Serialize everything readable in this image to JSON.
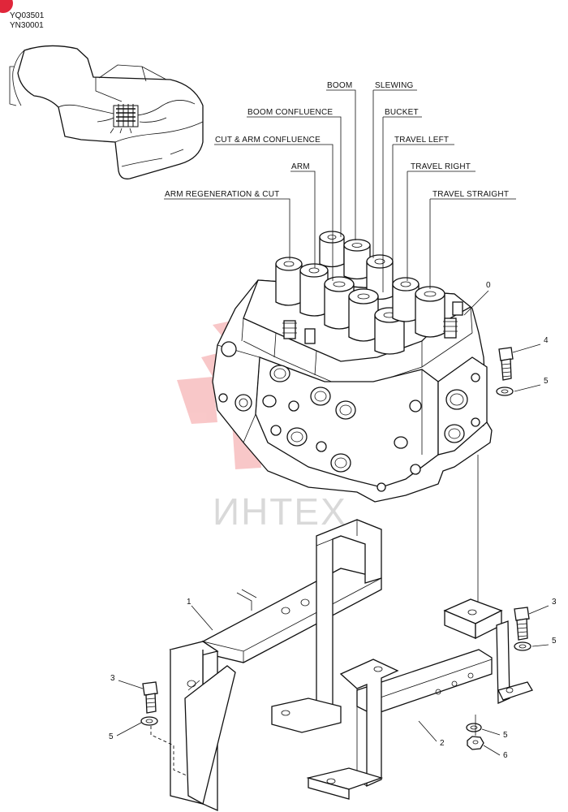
{
  "header": {
    "codes": [
      "YQ03501",
      "YN30001"
    ]
  },
  "watermark": {
    "text": "ИНТЕХ",
    "color": "#e8383d"
  },
  "callouts": [
    "BOOM",
    "SLEWING",
    "BOOM CONFLUENCE",
    "BUCKET",
    "CUT & ARM CONFLUENCE",
    "TRAVEL LEFT",
    "ARM",
    "TRAVEL RIGHT",
    "ARM REGENERATION & CUT",
    "TRAVEL STRAIGHT"
  ],
  "part_numbers": [
    "0",
    "4",
    "5",
    "1",
    "3",
    "5",
    "3",
    "5",
    "2",
    "5",
    "6"
  ]
}
